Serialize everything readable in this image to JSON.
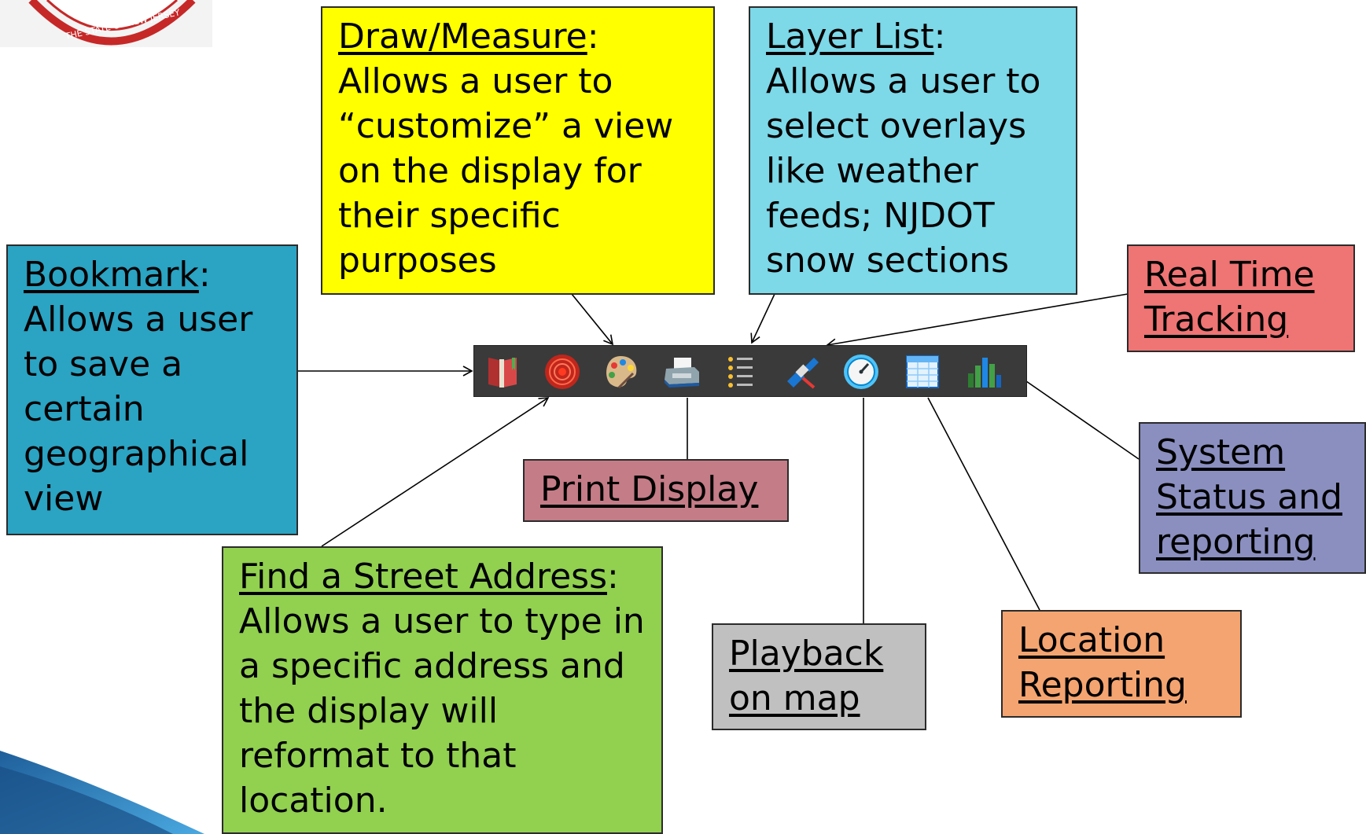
{
  "logo": {
    "icon": "nj-state-seal",
    "text": "THE STATE OF NEW JERSEY"
  },
  "toolbar": {
    "icons": [
      {
        "name": "bookmark-icon"
      },
      {
        "name": "find-address-target-icon"
      },
      {
        "name": "draw-measure-palette-icon"
      },
      {
        "name": "print-icon"
      },
      {
        "name": "layer-list-icon"
      },
      {
        "name": "real-time-tracking-satellite-icon"
      },
      {
        "name": "playback-clock-icon"
      },
      {
        "name": "location-reporting-table-icon"
      },
      {
        "name": "system-status-chart-icon"
      }
    ]
  },
  "callouts": {
    "draw_measure": {
      "title": "Draw/Measure",
      "sep": ":",
      "body": "Allows a user to “customize” a view on the display for their specific purposes",
      "color": "#ffff00"
    },
    "layer_list": {
      "title": "Layer List",
      "sep": ":",
      "body": "Allows a user to select overlays like weather feeds; NJDOT snow sections",
      "color": "#7dd8e8"
    },
    "bookmark": {
      "title": "Bookmark",
      "sep": ":",
      "body": "Allows a user to save a certain geographical view",
      "color": "#2ba3c3"
    },
    "real_time_tracking": {
      "title": "Real Time Tracking",
      "color": "#ef7474"
    },
    "print_display": {
      "title": "Print Display",
      "color": "#c47c87"
    },
    "system_status": {
      "title": "System Status and reporting",
      "color": "#8a8fc0"
    },
    "find_address": {
      "title": "Find a Street Address",
      "sep": ":",
      "body": "Allows a user to type in a specific address and the display will reformat to that location.",
      "color": "#92d050"
    },
    "playback": {
      "title": "Playback on map",
      "color": "#c0c0c0"
    },
    "location_reporting": {
      "title": "Location Reporting",
      "color": "#f4a470"
    }
  }
}
